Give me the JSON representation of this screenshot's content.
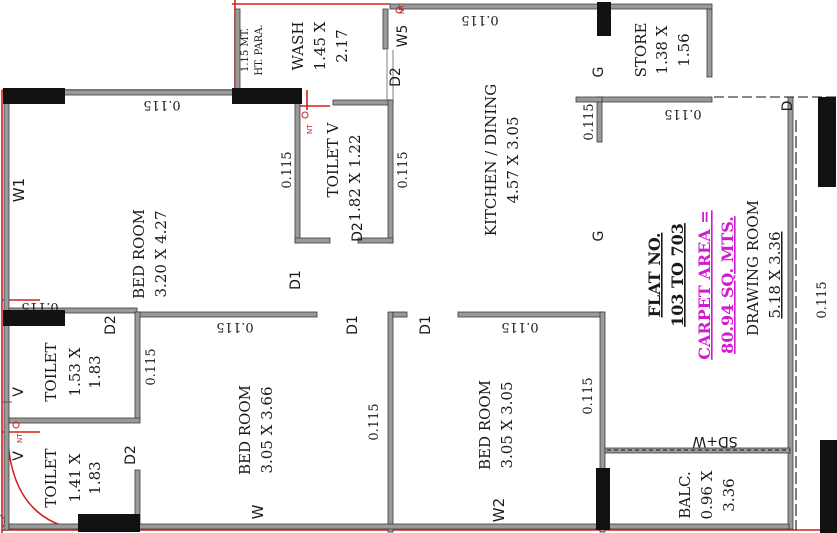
{
  "colors": {
    "wall": "#8f8f8f",
    "wall_edge": "#3a3a3a",
    "boundary": "#d42020",
    "column": "#111111",
    "text": "#1a1a1a",
    "carpet": "#d21ad2"
  },
  "rooms": {
    "bed1": {
      "name": "BED ROOM",
      "size": "3.20 X 4.27"
    },
    "bed2": {
      "name": "BED ROOM",
      "size": "3.05 X 3.66"
    },
    "bed3": {
      "name": "BED ROOM",
      "size": "3.05 X 3.05"
    },
    "toilet_v": {
      "name": "TOILET V",
      "size": "1.82 X 1.22"
    },
    "toilet2": {
      "name": "TOILET",
      "size1": "1.53 X",
      "size2": "1.83"
    },
    "toilet3": {
      "name": "TOILET",
      "size1": "1.41 X",
      "size2": "1.83"
    },
    "kitchen": {
      "name": "KITCHEN / DINING",
      "size": "4.57 X 3.05"
    },
    "wash": {
      "name": "WASH",
      "size1": "1.45 X",
      "size2": "2.17"
    },
    "store": {
      "name": "STORE",
      "size1": "1.38 X",
      "size2": "1.56"
    },
    "drawing": {
      "name": "DRAWING ROOM",
      "size": "5.18 X 3.36"
    },
    "balc": {
      "name": "BALC.",
      "size1": "0.96 X",
      "size2": "3.36"
    }
  },
  "flat": {
    "label": "FLAT NO.",
    "range": "103 TO 703",
    "carpet1": "CARPET AREA =",
    "carpet2": "80.94 SQ. MTS."
  },
  "parapet": {
    "line1": "1.15 MT.",
    "line2": "HT. PARA."
  },
  "wall_thickness": "0.115",
  "marks": {
    "W1": "W1",
    "W": "W",
    "W2": "W2",
    "W5": "W5",
    "V": "V",
    "D1": "D1",
    "D2": "D2",
    "G": "G",
    "D": "D",
    "SDW": "SD+W",
    "NT": "NT"
  }
}
